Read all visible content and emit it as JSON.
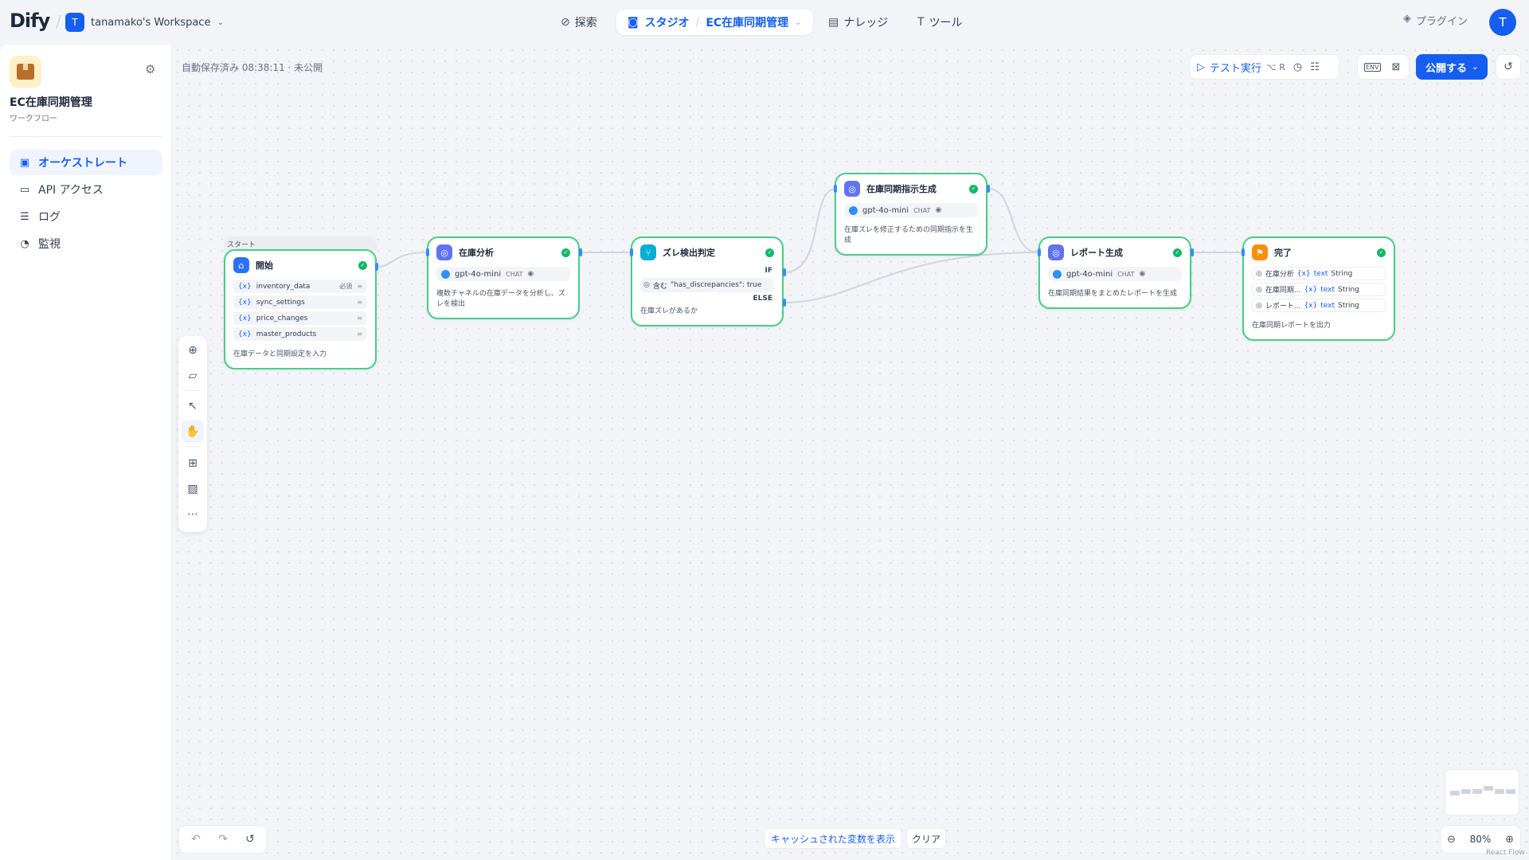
{
  "header": {
    "logo": "Dify",
    "workspace_initial": "T",
    "workspace_name": "tanamako's Workspace",
    "nav_explore": "探索",
    "nav_studio": "スタジオ",
    "current_app": "EC在庫同期管理",
    "nav_knowledge": "ナレッジ",
    "nav_tools": "ツール",
    "plugins": "プラグイン",
    "user_initial": "T"
  },
  "sidebar": {
    "app_name": "EC在庫同期管理",
    "app_type": "ワークフロー",
    "items": [
      {
        "label": "オーケストレート",
        "icon": "orchestrate-icon",
        "active": true
      },
      {
        "label": "API アクセス",
        "icon": "api-icon",
        "active": false
      },
      {
        "label": "ログ",
        "icon": "log-icon",
        "active": false
      },
      {
        "label": "監視",
        "icon": "monitor-icon",
        "active": false
      }
    ]
  },
  "canvas": {
    "autosave": "自動保存済み 08:38:11 · 未公開",
    "test_run": "テスト実行",
    "test_run_shortcut": "⌥ R",
    "env_label": "ENV",
    "publish": "公開する",
    "cache_vars": "キャッシュされた変数を表示",
    "clear": "クリア",
    "zoom": "80%",
    "react_flow": "React Flow"
  },
  "nodes": {
    "start": {
      "tag": "スタート",
      "title": "開始",
      "vars": [
        {
          "name": "inventory_data",
          "required": "必須"
        },
        {
          "name": "sync_settings",
          "required": ""
        },
        {
          "name": "price_changes",
          "required": ""
        },
        {
          "name": "master_products",
          "required": ""
        }
      ],
      "desc": "在庫データと同期設定を入力"
    },
    "analysis": {
      "title": "在庫分析",
      "model": "gpt-4o-mini",
      "mode": "CHAT",
      "desc": "複数チャネルの在庫データを分析し、ズレを検出"
    },
    "ifelse": {
      "title": "ズレ検出判定",
      "if_label": "IF",
      "op": "含む",
      "condition": "\"has_discrepancies\": true",
      "else_label": "ELSE",
      "desc": "在庫ズレがあるか"
    },
    "sync": {
      "title": "在庫同期指示生成",
      "model": "gpt-4o-mini",
      "mode": "CHAT",
      "desc": "在庫ズレを修正するための同期指示を生成"
    },
    "report": {
      "title": "レポート生成",
      "model": "gpt-4o-mini",
      "mode": "CHAT",
      "desc": "在庫同期結果をまとめたレポートを生成"
    },
    "end": {
      "title": "完了",
      "outputs": [
        {
          "source": "在庫分析",
          "var": "text",
          "type": "String"
        },
        {
          "source": "在庫同期...",
          "var": "text",
          "type": "String"
        },
        {
          "source": "レポート...",
          "var": "text",
          "type": "String"
        }
      ],
      "desc": "在庫同期レポートを出力"
    }
  },
  "colors": {
    "accent": "#155eef",
    "node_border": "#47cd89",
    "llm_icon": "#6172f3",
    "start_icon": "#2970ff",
    "ifelse_icon": "#06aed4",
    "end_icon": "#f79009"
  }
}
